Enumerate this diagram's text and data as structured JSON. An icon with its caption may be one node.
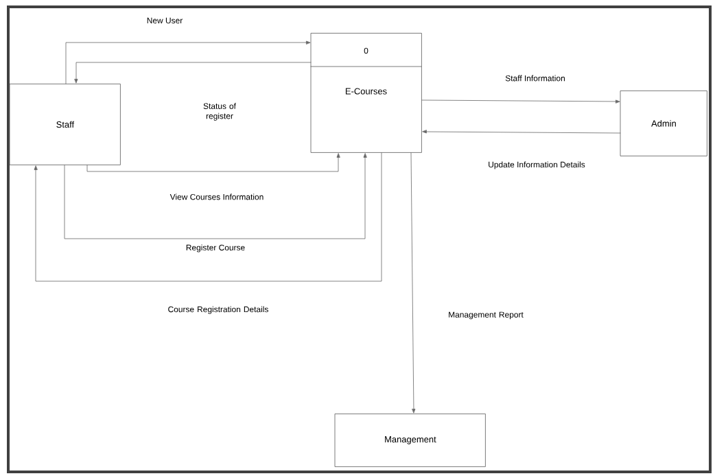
{
  "diagram": {
    "nodes": [
      {
        "text": [
          "Staff"
        ]
      },
      {
        "text": [
          "0",
          "E-Courses"
        ]
      },
      {
        "text": [
          "Admin"
        ]
      },
      {
        "text": [
          "Management"
        ]
      }
    ],
    "edges": [
      {
        "from": 0,
        "to": 1,
        "arrow": "to",
        "label": "New User"
      },
      {
        "from": 1,
        "to": 0,
        "arrow": "to",
        "label": "Status of register"
      },
      {
        "from": 0,
        "to": 1,
        "arrow": "to",
        "label": "View Courses Information"
      },
      {
        "from": 0,
        "to": 1,
        "arrow": "to",
        "label": "Register Course"
      },
      {
        "from": 1,
        "to": 0,
        "arrow": "to",
        "label": "Course Registration Details"
      },
      {
        "from": 1,
        "to": 2,
        "arrow": "to",
        "label": "Staff Information"
      },
      {
        "from": 2,
        "to": 1,
        "arrow": "to",
        "label": "Update Information Details"
      },
      {
        "from": 1,
        "to": 3,
        "arrow": "to",
        "label": "Management Report"
      }
    ]
  }
}
